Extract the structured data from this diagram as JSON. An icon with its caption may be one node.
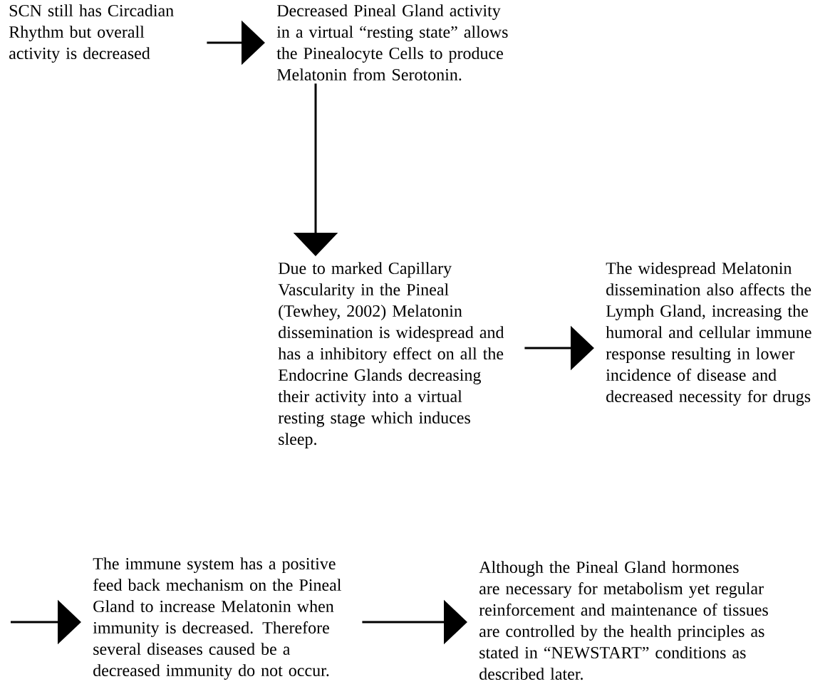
{
  "diagram": {
    "nodes": [
      {
        "text": [
          "SCN still has Circadian Rhythm but overall activity is decreased"
        ]
      },
      {
        "text": [
          "Decreased Pineal Gland activity in a virtual “resting state” allows the Pinealocyte Cells to produce Melatonin from Serotonin."
        ]
      },
      {
        "text": [
          "Due to marked Capillary Vascularity in the Pineal (Tewhey, 2002) Melatonin dissemination is widespread and has a inhibitory effect on all the Endocrine Glands decreasing their activity into a virtual resting stage which induces sleep."
        ]
      },
      {
        "text": [
          "The widespread Melatonin dissemination also affects the Lymph Gland, increasing the humoral and cellular immune response resulting in lower incidence of disease and decreased necessity for drugs"
        ]
      },
      {
        "text": [
          "The immune system has a positive feed back mechanism on the Pineal Gland to increase Melatonin when immunity is decreased.  Therefore several diseases caused be a decreased immunity do not occur."
        ]
      },
      {
        "text": [
          "Although the Pineal Gland hormones are necessary for metabolism yet regular reinforcement and maintenance of tissues are controlled by the health principles as stated in “NEWSTART” conditions as described later."
        ]
      }
    ],
    "edges": [
      {
        "from": 0,
        "to": 1,
        "arrow": "to"
      },
      {
        "from": 1,
        "to": 2,
        "arrow": "to"
      },
      {
        "from": 2,
        "to": 3,
        "arrow": "to"
      },
      {
        "from": null,
        "to": 4,
        "arrow": "to"
      },
      {
        "from": 4,
        "to": 5,
        "arrow": "to"
      }
    ]
  }
}
